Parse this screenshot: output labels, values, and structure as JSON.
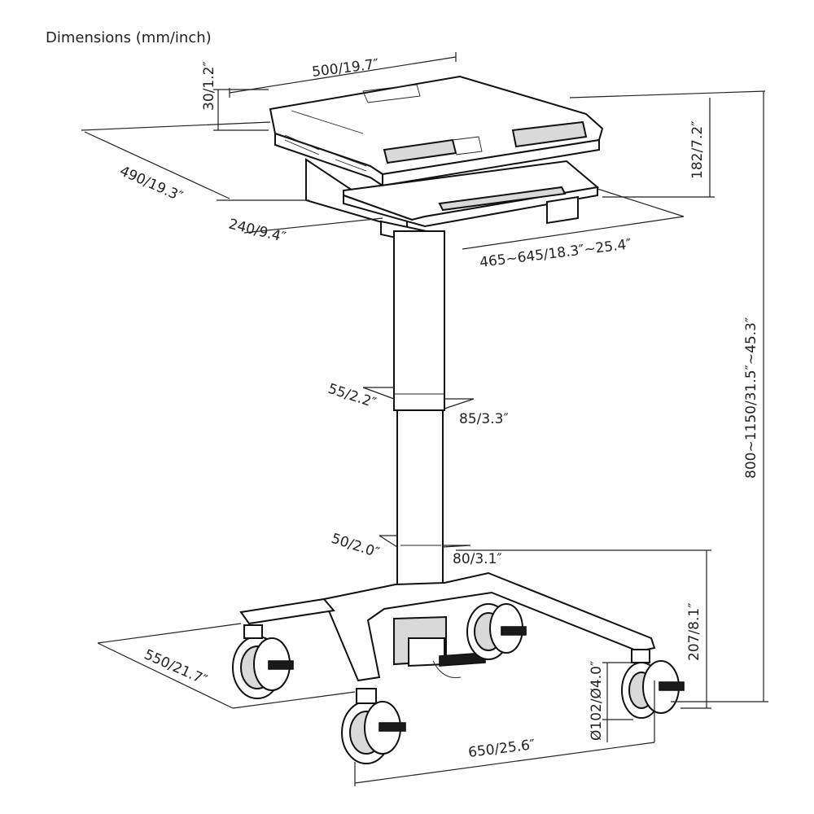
{
  "title": "Dimensions (mm/inch)",
  "labels": {
    "top_width": "500/19.7″",
    "top_thickness": "30/1.2″",
    "top_depth": "490/19.3″",
    "top_height": "182/7.2″",
    "tray_depth": "240/9.4″",
    "tray_width": "465~645/18.3″~25.4″",
    "overall_height": "800~1150/31.5″~45.3″",
    "upper_col_depth": "55/2.2″",
    "upper_col_width": "85/3.3″",
    "lower_col_depth": "50/2.0″",
    "lower_col_width": "80/3.1″",
    "base_height": "207/8.1″",
    "base_depth": "550/21.7″",
    "base_width": "650/25.6″",
    "caster_diameter": "Ø102/Ø4.0″"
  }
}
